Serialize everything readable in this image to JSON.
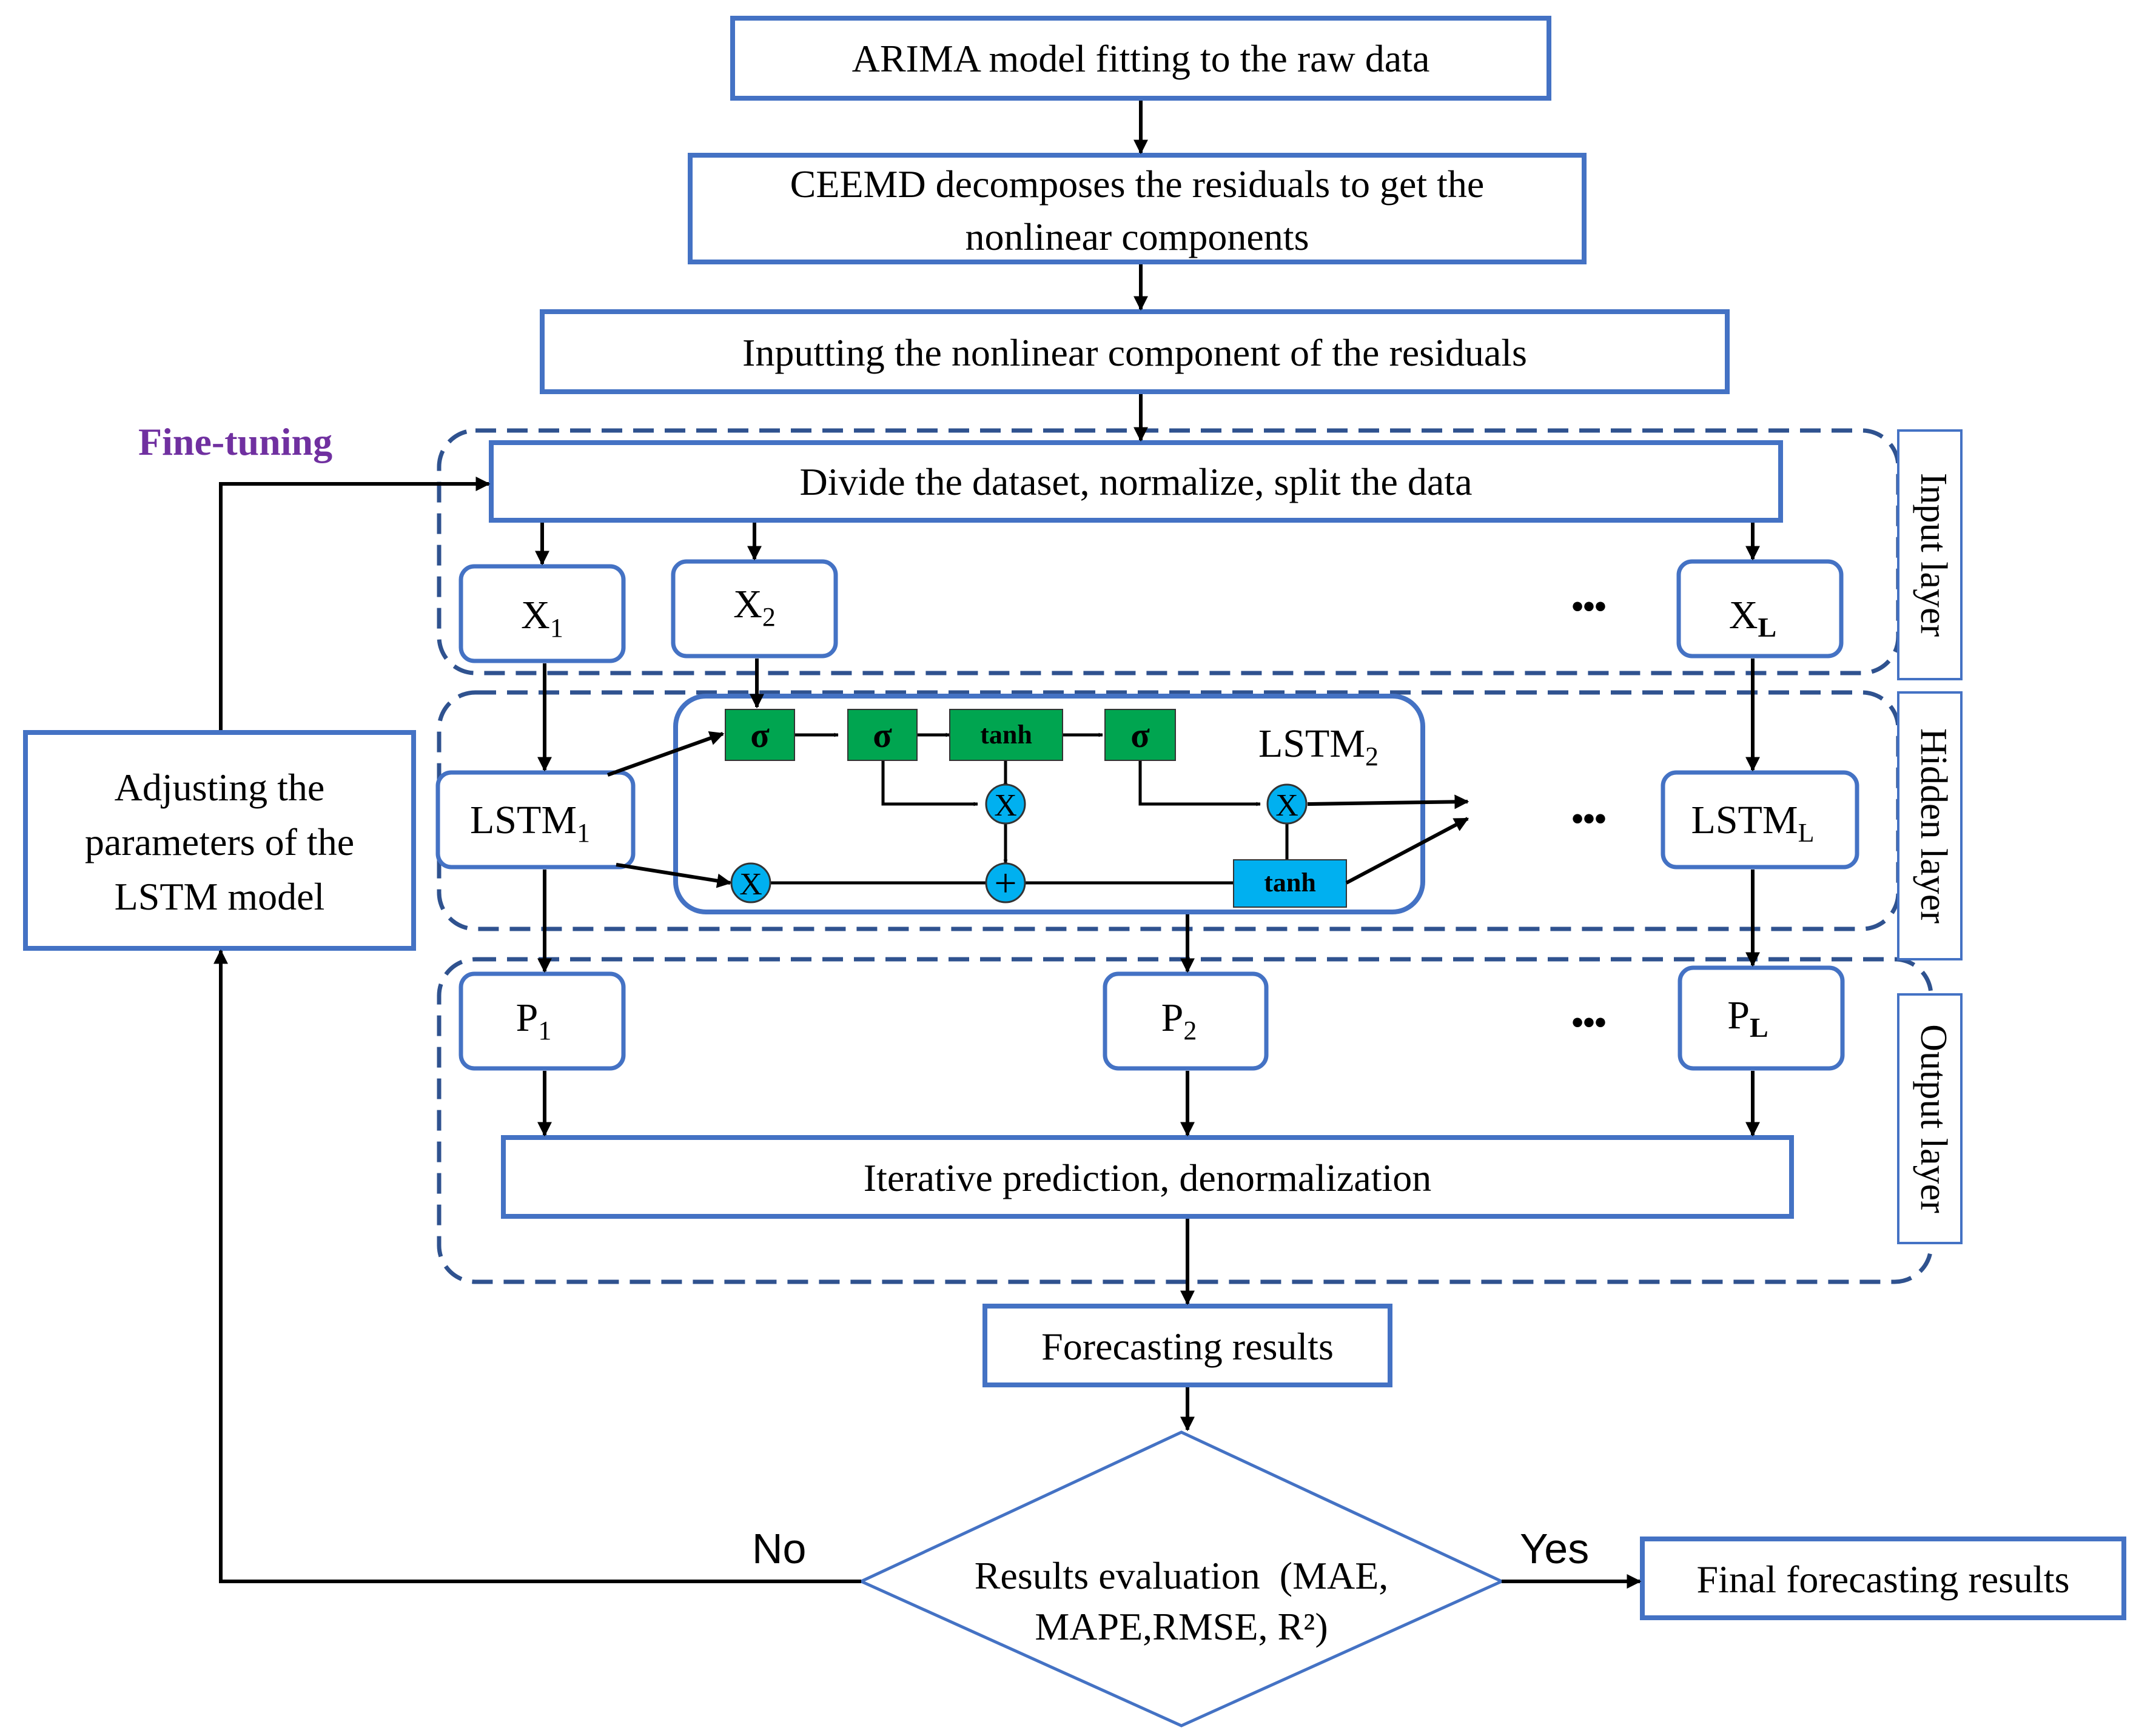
{
  "flow": {
    "arima": "ARIMA model fitting to the raw data",
    "ceemd_line1": "CEEMD decomposes the residuals to get the",
    "ceemd_line2": "nonlinear components",
    "input_residuals": "Inputting the nonlinear component of the residuals",
    "divide": "Divide the dataset, normalize, split the data",
    "iterative": "Iterative prediction, denormalization",
    "forecasting": "Forecasting results",
    "evaluation_line1": "Results evaluation  (MAE,",
    "evaluation_line2": "MAPE,RMSE, R²)",
    "final": "Final forecasting results",
    "adjust_line1": "Adjusting the",
    "adjust_line2": "parameters of the",
    "adjust_line3": "LSTM model",
    "fine_tuning": "Fine-tuning",
    "no": "No",
    "yes": "Yes"
  },
  "layers": {
    "input": "Input layer",
    "hidden": "Hidden layer",
    "output": "Output layer"
  },
  "nodes": {
    "x": "X",
    "lstm": "LSTM",
    "p": "P",
    "sub1": "1",
    "sub2": "2",
    "subL": "L",
    "ellipsis": "•••"
  },
  "gates": {
    "sigma": "σ",
    "tanh": "tanh",
    "multiply": "X",
    "add": "+"
  },
  "colors": {
    "box_border": "#4472c4",
    "dashed_border": "#2f528f",
    "gate_green": "#00a550",
    "gate_blue": "#00b0f0",
    "fine_tuning": "#7030a0",
    "arrow": "#000000"
  }
}
